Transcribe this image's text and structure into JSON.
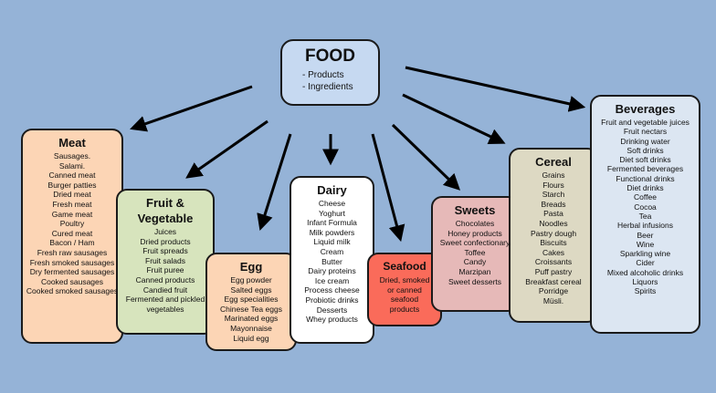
{
  "food": {
    "title": "FOOD",
    "items": [
      "- Products",
      "- Ingredients"
    ]
  },
  "meat": {
    "title": "Meat",
    "items": [
      "Sausages.",
      "Salami.",
      "Canned meat",
      "Burger patties",
      "Dried meat",
      "Fresh meat",
      "Game meat",
      "Poultry",
      "Cured meat",
      "Bacon / Ham",
      "Fresh raw sausages",
      "Fresh smoked sausages",
      "Dry fermented sausages",
      "Cooked sausages",
      "Cooked smoked sausages"
    ]
  },
  "fruit": {
    "title_line1": "Fruit &",
    "title_line2": "Vegetable",
    "items": [
      "Juices",
      "Dried products",
      "Fruit spreads",
      "Fruit salads",
      "Fruit puree",
      "Canned products",
      "Candied fruit",
      "Fermented and pickled vegetables"
    ]
  },
  "egg": {
    "title": "Egg",
    "items": [
      "Egg powder",
      "Salted eggs",
      "Egg specialities",
      "Chinese Tea eggs",
      "Marinated eggs",
      "Mayonnaise",
      "Liquid egg"
    ]
  },
  "dairy": {
    "title": "Dairy",
    "items": [
      "Cheese",
      "Yoghurt",
      "Infant Formula",
      "Milk powders",
      "Liquid milk",
      "Cream",
      "Butter",
      "Dairy proteins",
      "Ice cream",
      "Process cheese",
      "Probiotic drinks",
      "Desserts",
      "Whey products"
    ]
  },
  "seafood": {
    "title": "Seafood",
    "items": [
      "Dried, smoked",
      "or canned",
      "seafood",
      "products"
    ]
  },
  "sweets": {
    "title": "Sweets",
    "items": [
      "Chocolates",
      "Honey products",
      "Sweet confectionary",
      "Toffee",
      "Candy",
      "Marzipan",
      "Sweet desserts"
    ]
  },
  "cereal": {
    "title": "Cereal",
    "items": [
      "Grains",
      "Flours",
      "Starch",
      "Breads",
      "Pasta",
      "Noodles",
      "Pastry dough",
      "Biscuits",
      "Cakes",
      "Croissants",
      "Puff pastry",
      "Breakfast cereal",
      "Porridge",
      "Müsli."
    ]
  },
  "beverages": {
    "title": "Beverages",
    "items": [
      "Fruit and vegetable juices",
      "Fruit nectars",
      "Drinking water",
      "Soft drinks",
      "Diet soft drinks",
      "Fermented beverages",
      "Functional drinks",
      "Diet drinks",
      "Coffee",
      "Cocoa",
      "Tea",
      "Herbal infusions",
      "Beer",
      "Wine",
      "Sparkling wine",
      "Cider",
      "Mixed alcoholic drinks",
      "Liquors",
      "Spirits"
    ]
  },
  "colors": {
    "background": "#95b3d7",
    "food": "#c6d9f1",
    "meat": "#fcd5b5",
    "fruit": "#d7e4bd",
    "egg": "#fcd5b5",
    "dairy": "#ffffff",
    "seafood": "#fa6b5a",
    "sweets": "#e6b9b8",
    "cereal": "#ddd9c3",
    "beverages": "#dce6f2",
    "arrow": "#000000"
  }
}
